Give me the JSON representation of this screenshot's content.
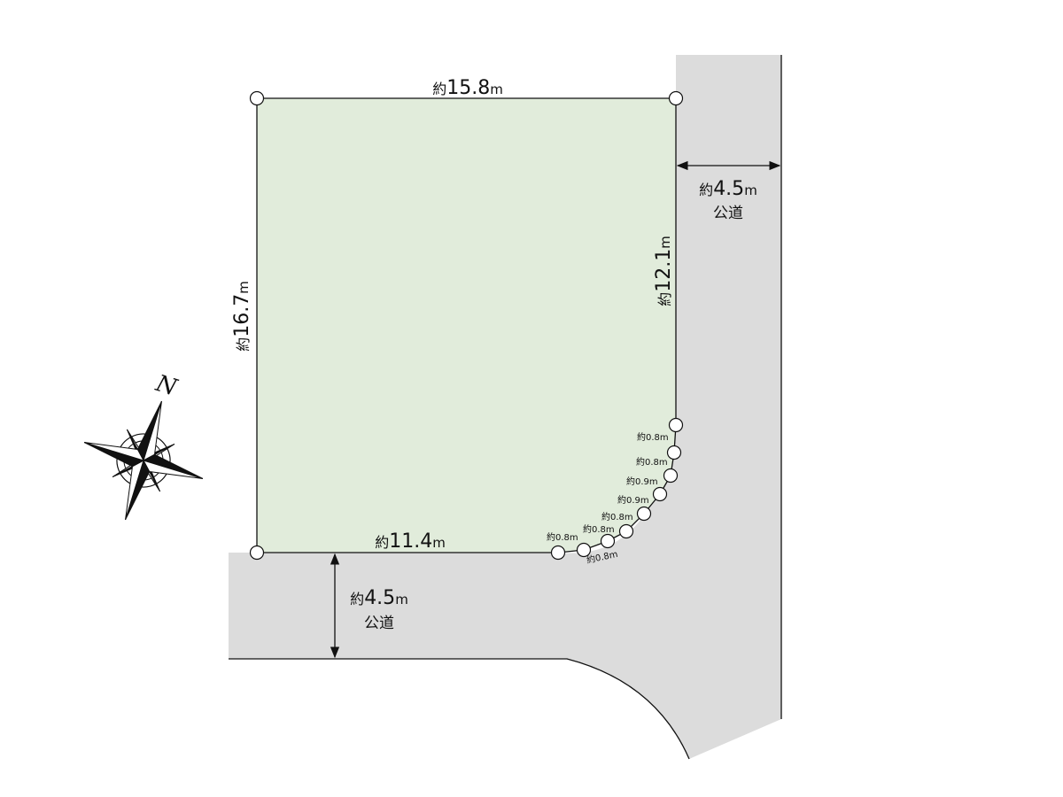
{
  "lot": {
    "fill_color": "#e1ecdb",
    "edges": {
      "top": {
        "prefix": "約",
        "value": "15.8",
        "unit": "m"
      },
      "left": {
        "prefix": "約",
        "value": "16.7",
        "unit": "m"
      },
      "right": {
        "prefix": "約",
        "value": "12.1",
        "unit": "m"
      },
      "bottom": {
        "prefix": "約",
        "value": "11.4",
        "unit": "m"
      }
    },
    "corner_segments": [
      {
        "label": "約0.8m"
      },
      {
        "label": "約0.8m"
      },
      {
        "label": "約0.9m"
      },
      {
        "label": "約0.9m"
      },
      {
        "label": "約0.8m"
      },
      {
        "label": "約0.8m"
      },
      {
        "label": "約0.8m"
      },
      {
        "label": "約0.8m"
      }
    ]
  },
  "roads": {
    "fill_color": "#dcdcdc",
    "east": {
      "prefix": "約",
      "value": "4.5",
      "unit": "m",
      "name": "公道"
    },
    "south": {
      "prefix": "約",
      "value": "4.5",
      "unit": "m",
      "name": "公道"
    }
  },
  "compass": {
    "north_label": "N",
    "icon": "compass-rose-icon"
  }
}
